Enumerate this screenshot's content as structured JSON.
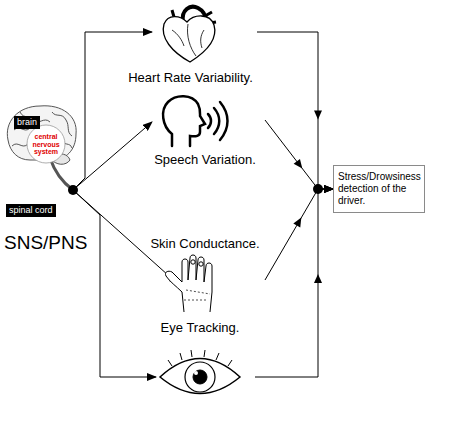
{
  "diagram": {
    "nodes": [
      {
        "text": [
          "brain"
        ]
      },
      {
        "text": [
          "spinal cord"
        ]
      },
      {
        "text": [
          "Heart Rate Variability."
        ]
      },
      {
        "text": [
          "Speech Variation."
        ]
      },
      {
        "text": [
          "Skin Conductance."
        ]
      },
      {
        "text": [
          "Eye Tracking."
        ]
      },
      {
        "text": [
          "Stress/Drowsiness detection of the driver."
        ]
      }
    ],
    "edges": [
      {
        "from": 2,
        "to": 6,
        "arrow": "to"
      },
      {
        "from": 3,
        "to": 6,
        "arrow": "to"
      },
      {
        "from": 4,
        "to": 6,
        "arrow": "to"
      },
      {
        "from": 5,
        "to": 6,
        "arrow": "to"
      }
    ],
    "labels": [
      "central nervous system",
      "SNS/PNS"
    ]
  }
}
